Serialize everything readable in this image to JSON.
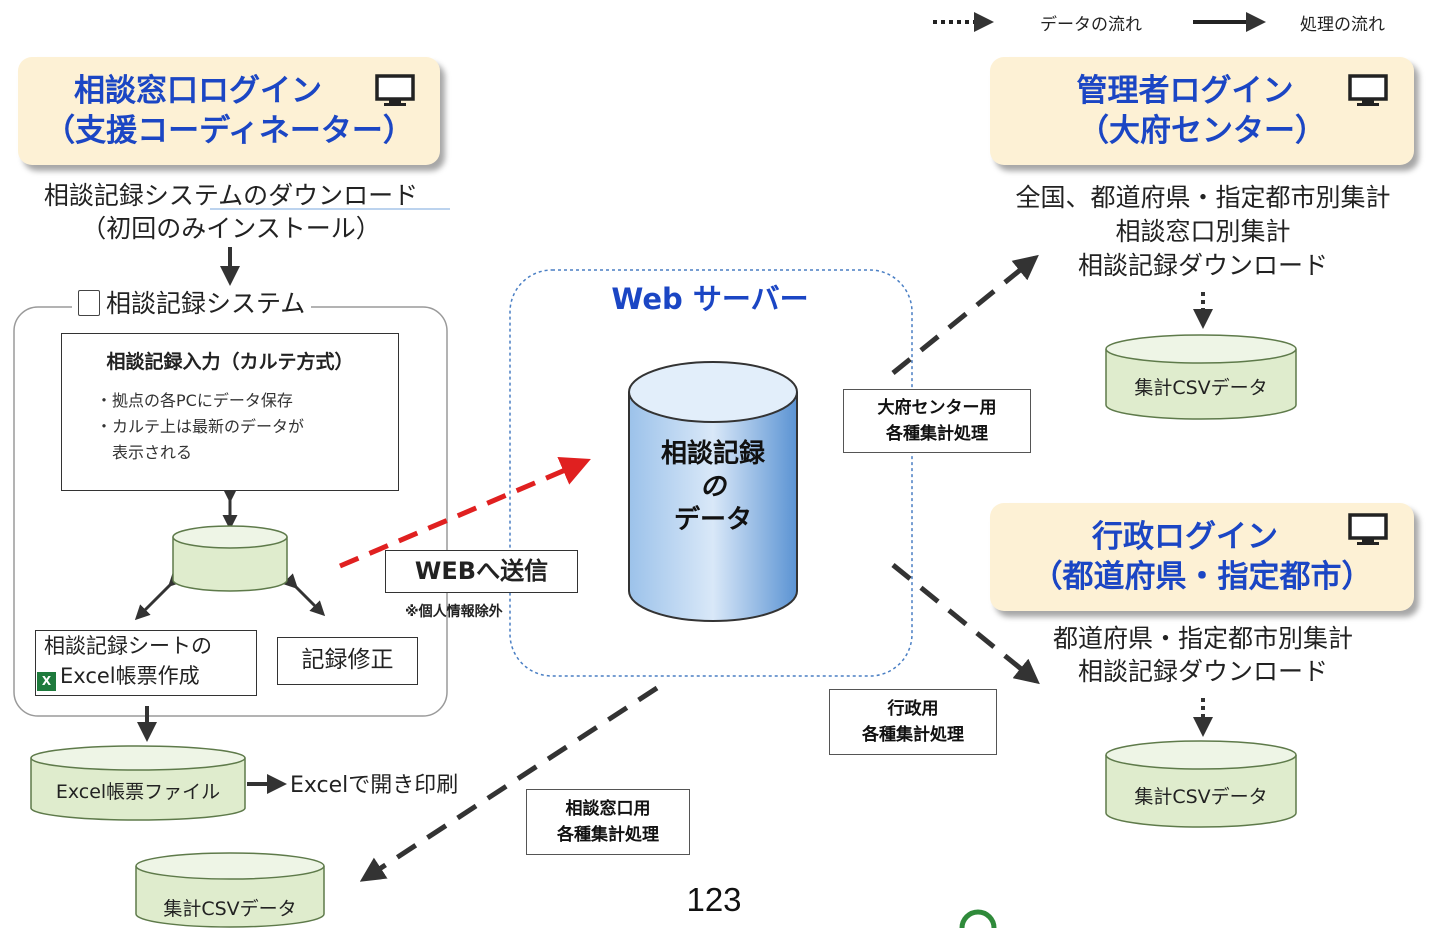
{
  "legend": {
    "data_flow": "データの流れ",
    "process_flow": "処理の流れ"
  },
  "counselor_login": {
    "line1": "相談窓口ログイン",
    "line2": "（支援コーディネーター）"
  },
  "admin_login": {
    "line1": "管理者ログイン",
    "line2": "（大府センター）"
  },
  "gov_login": {
    "line1": "行政ログイン",
    "line2": "（都道府県・指定都市）"
  },
  "download": {
    "line1": "相談記録システムのダウンロード",
    "line2": "（初回のみインストール）"
  },
  "system": {
    "title": "相談記録システム",
    "input_title": "相談記録入力（カルテ方式）",
    "bullets": [
      "・拠点の各PCにデータ保存",
      "・カルテ上は最新のデータが",
      "　表示される"
    ],
    "excel_line1": "相談記録シートの",
    "excel_line2": "Excel帳票作成",
    "edit": "記録修正"
  },
  "excel_file": "Excel帳票ファイル",
  "excel_print": "Excelで開き印刷",
  "send": {
    "label": "WEBへ送信",
    "note": "※個人情報除外"
  },
  "server": {
    "title": "Web サーバー",
    "db_line1": "相談記録",
    "db_line2": "の",
    "db_line3": "データ"
  },
  "admin_items": [
    "全国、都道府県・指定都市別集計",
    "相談窓口別集計",
    "相談記録ダウンロード"
  ],
  "gov_items": [
    "都道府県・指定都市別集計",
    "相談記録ダウンロード"
  ],
  "csv": "集計CSVデータ",
  "proc_admin": {
    "line1": "大府センター用",
    "line2": "各種集計処理"
  },
  "proc_gov": {
    "line1": "行政用",
    "line2": "各種集計処理"
  },
  "proc_counsel": {
    "line1": "相談窓口用",
    "line2": "各種集計処理"
  },
  "page_number": "123",
  "colors": {
    "heading_blue": "#1b46c4",
    "login_bg": "#fdf1d5",
    "cyl_green": "#dfeccd",
    "db_blue": "#5b93d3",
    "send_red": "#e02020"
  }
}
